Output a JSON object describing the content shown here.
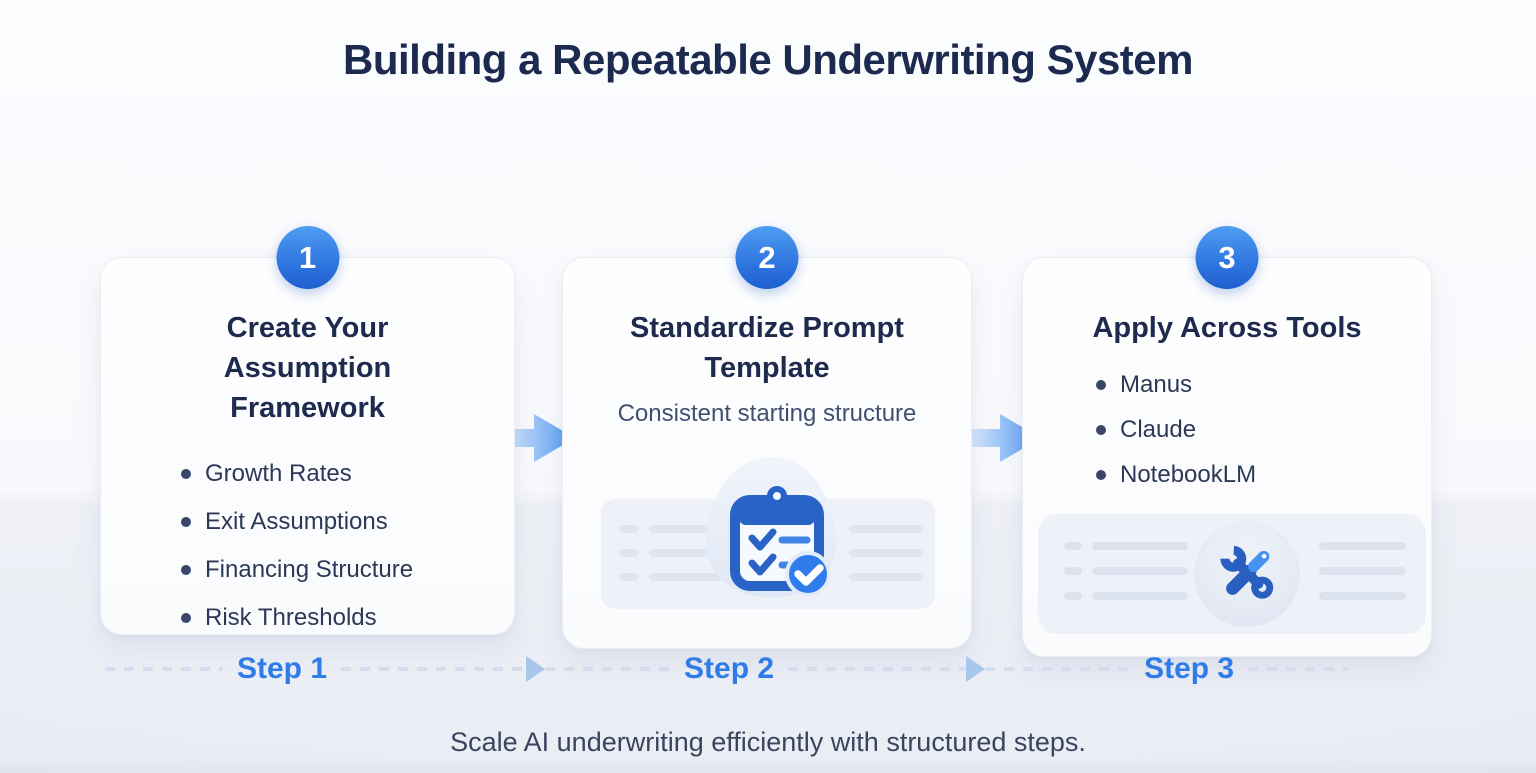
{
  "title": "Building a Repeatable Underwriting System",
  "footer": "Scale AI underwriting efficiently with structured steps.",
  "steps": [
    {
      "number": "1",
      "label": "Step 1",
      "heading": "Create Your Assumption Framework",
      "bullets": [
        "Growth Rates",
        "Exit Assumptions",
        "Financing Structure",
        "Risk Thresholds"
      ]
    },
    {
      "number": "2",
      "label": "Step 2",
      "heading": "Standardize Prompt Template",
      "subtitle": "Consistent starting structure",
      "icon": "clipboard-checklist-icon"
    },
    {
      "number": "3",
      "label": "Step 3",
      "heading": "Apply Across Tools",
      "bullets": [
        "Manus",
        "Claude",
        "NotebookLM"
      ],
      "icon": "wrench-screwdriver-icon"
    }
  ],
  "icons": {
    "flow_arrow": "flow-arrow-right-icon",
    "arrowhead": "triangle-right-icon",
    "clipboard": "clipboard-checklist-icon",
    "tools": "wrench-screwdriver-icon"
  },
  "colors": {
    "accent_blue": "#2e7ce9",
    "badge_gradient_top": "#4f9df2",
    "badge_gradient_bottom": "#1f5fce",
    "heading_navy": "#1e2b4e",
    "body_text": "#2c3956",
    "subtitle_text": "#42506f",
    "arrow_blue": "#4b92f0",
    "dash_line": "#d2ddef",
    "panel_bg": "#eef1f8",
    "panel_line": "#e0e6f1",
    "icon_dark_blue": "#2a63c8",
    "icon_light_blue": "#4592f2",
    "footer_text": "#39455f"
  }
}
